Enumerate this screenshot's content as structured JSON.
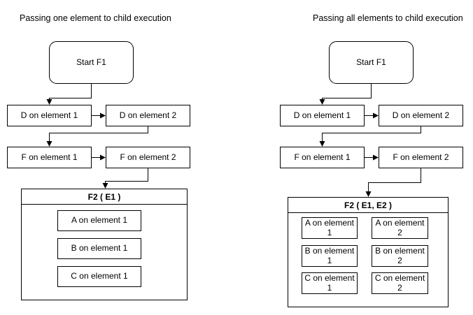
{
  "colors": {
    "background": "#ffffff",
    "stroke": "#000000",
    "text": "#000000"
  },
  "left": {
    "title": "Passing one element to child execution",
    "start_label": "Start F1",
    "boxes": {
      "d1": "D on element 1",
      "d2": "D on element 2",
      "f1": "F on element 1",
      "f2": "F on element 2"
    },
    "container": {
      "header": "F2 ( E1 )",
      "items": {
        "a": "A on element 1",
        "b": "B on element 1",
        "c": "C on element 1"
      }
    }
  },
  "right": {
    "title": "Passing all elements to child execution",
    "start_label": "Start F1",
    "boxes": {
      "d1": "D on element 1",
      "d2": "D on element 2",
      "f1": "F on element 1",
      "f2": "F on element 2"
    },
    "container": {
      "header": "F2 ( E1, E2 )",
      "items": {
        "a1": "A on element 1",
        "a2": "A on element 2",
        "b1": "B on element 1",
        "b2": "B on element 2",
        "c1": "C on element 1",
        "c2": "C on element 2"
      }
    }
  }
}
